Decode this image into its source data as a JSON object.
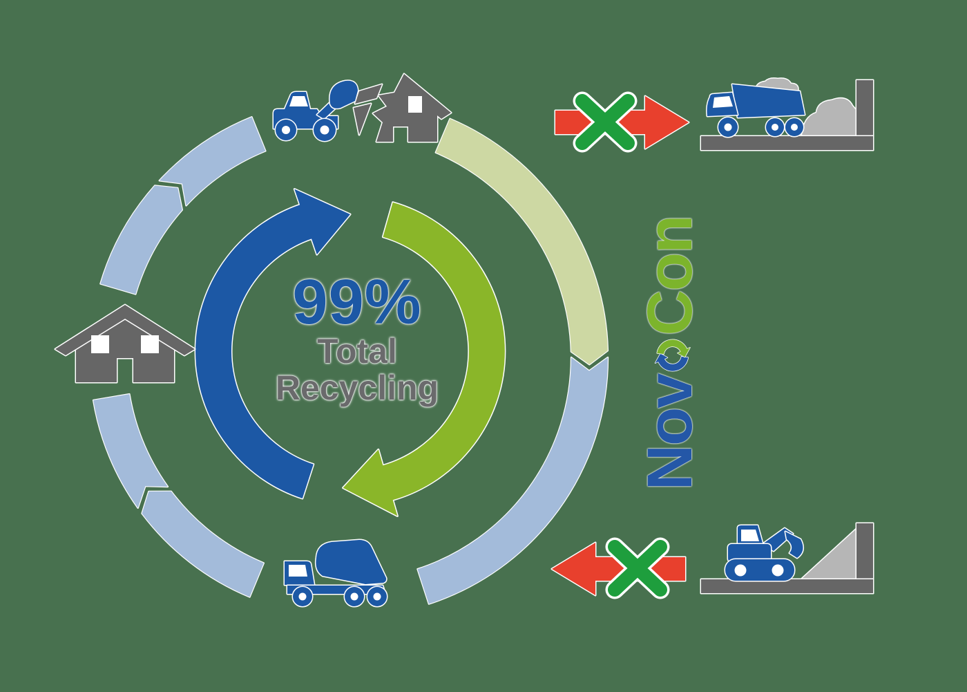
{
  "background_color": "#48714F",
  "colors": {
    "background": "#48714F",
    "primary_blue": "#1c58a5",
    "bright_green": "#8ab629",
    "pale_blue": "#a3bbda",
    "pale_green": "#cdd8a3",
    "dark_gray": "#666666",
    "light_gray": "#b6b6b6",
    "red": "#e8402d",
    "x_green": "#1e9e3d",
    "text_gray": "#6a6a6c",
    "logo_blue": "#2457a7",
    "logo_green": "#7cb42c"
  },
  "center": {
    "percent": "99%",
    "caption_line1": "Total",
    "caption_line2": "Recycling"
  },
  "logo": {
    "prefix": "Nov",
    "suffix": "Con",
    "symbol_icon": "recycle-arrows-icon"
  },
  "cycle": {
    "direction": "clockwise",
    "stations": [
      "demolition-front-loader-and-broken-house",
      "recycling-transfer-green-arc",
      "concrete-mixer-truck",
      "house"
    ]
  },
  "blocked_flows": [
    {
      "position": "top-right",
      "arrow_direction": "right",
      "crossed_out": true,
      "icons": [
        "dump-truck-icon",
        "landfill-icon"
      ]
    },
    {
      "position": "bottom-right",
      "arrow_direction": "left",
      "crossed_out": true,
      "icons": [
        "excavator-icon",
        "quarry-slope-icon"
      ]
    }
  ]
}
